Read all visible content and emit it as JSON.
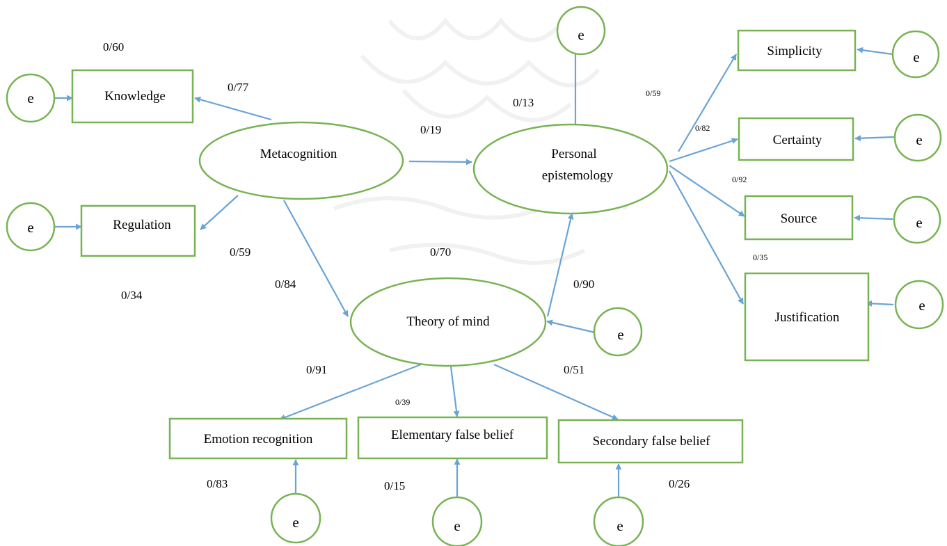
{
  "colors": {
    "node_stroke": "#77b352",
    "arrow": "#6aa3d5",
    "watermark": "#e6e6e6"
  },
  "latent": {
    "metacognition": "Metacognition",
    "epistemology_line1": "Personal",
    "epistemology_line2": "epistemology",
    "theory_of_mind": "Theory of mind"
  },
  "indicators": {
    "knowledge": "Knowledge",
    "regulation": "Regulation",
    "simplicity": "Simplicity",
    "certainty": "Certainty",
    "source": "Source",
    "justification": "Justification",
    "emotion_recognition": "Emotion recognition",
    "elementary_false_belief": "Elementary false belief",
    "secondary_false_belief": "Secondary false belief"
  },
  "error_label": "e",
  "coefficients": {
    "c060": "0/60",
    "c077": "0/77",
    "c013": "0/13",
    "c059_top": "0/59",
    "c019": "0/19",
    "c082": "0/82",
    "c092": "0/92",
    "c059_left": "0/59",
    "c070": "0/70",
    "c035": "0/35",
    "c084": "0/84",
    "c090": "0/90",
    "c034": "0/34",
    "c091": "0/91",
    "c051": "0/51",
    "c039": "0/39",
    "c083": "0/83",
    "c015": "0/15",
    "c026": "0/26"
  }
}
